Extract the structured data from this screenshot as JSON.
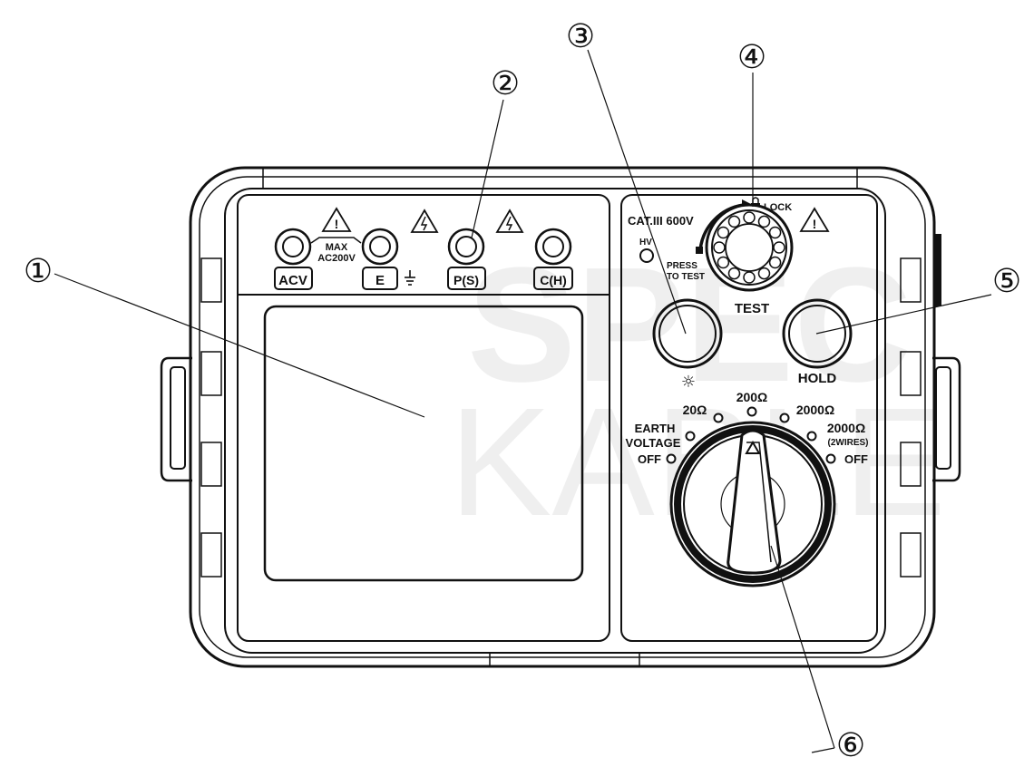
{
  "callouts": [
    {
      "id": "1",
      "text": "①"
    },
    {
      "id": "2",
      "text": "②"
    },
    {
      "id": "3",
      "text": "③"
    },
    {
      "id": "4",
      "text": "④"
    },
    {
      "id": "5",
      "text": "⑤"
    },
    {
      "id": "6",
      "text": "⑥"
    }
  ],
  "terminals": {
    "acv": "ACV",
    "e": "E",
    "ps": "P(S)",
    "ch": "C(H)",
    "max_line1": "MAX",
    "max_line2": "AC200V"
  },
  "panel": {
    "cat_rating": "CAT.III 600V",
    "hv_label": "HV",
    "press_line1": "PRESS",
    "press_line2": "TO TEST",
    "lock_label": "LOCK",
    "test_label": "TEST",
    "hold_label": "HOLD",
    "backlight_symbol": "☼"
  },
  "dial": {
    "earth_line1": "EARTH",
    "earth_line2": "VOLTAGE",
    "off_left": "OFF",
    "r20": "20Ω",
    "r200": "200Ω",
    "r2000": "2000Ω",
    "r2000_2w_line1": "2000Ω",
    "r2000_2w_line2": "(2WIRES)",
    "off_right": "OFF"
  },
  "watermark": {
    "line1": "SPEC",
    "line2": "KABLE"
  },
  "icons": [
    "warning-icon",
    "high-voltage-icon",
    "ground-icon",
    "lock-icon",
    "sun-icon"
  ]
}
